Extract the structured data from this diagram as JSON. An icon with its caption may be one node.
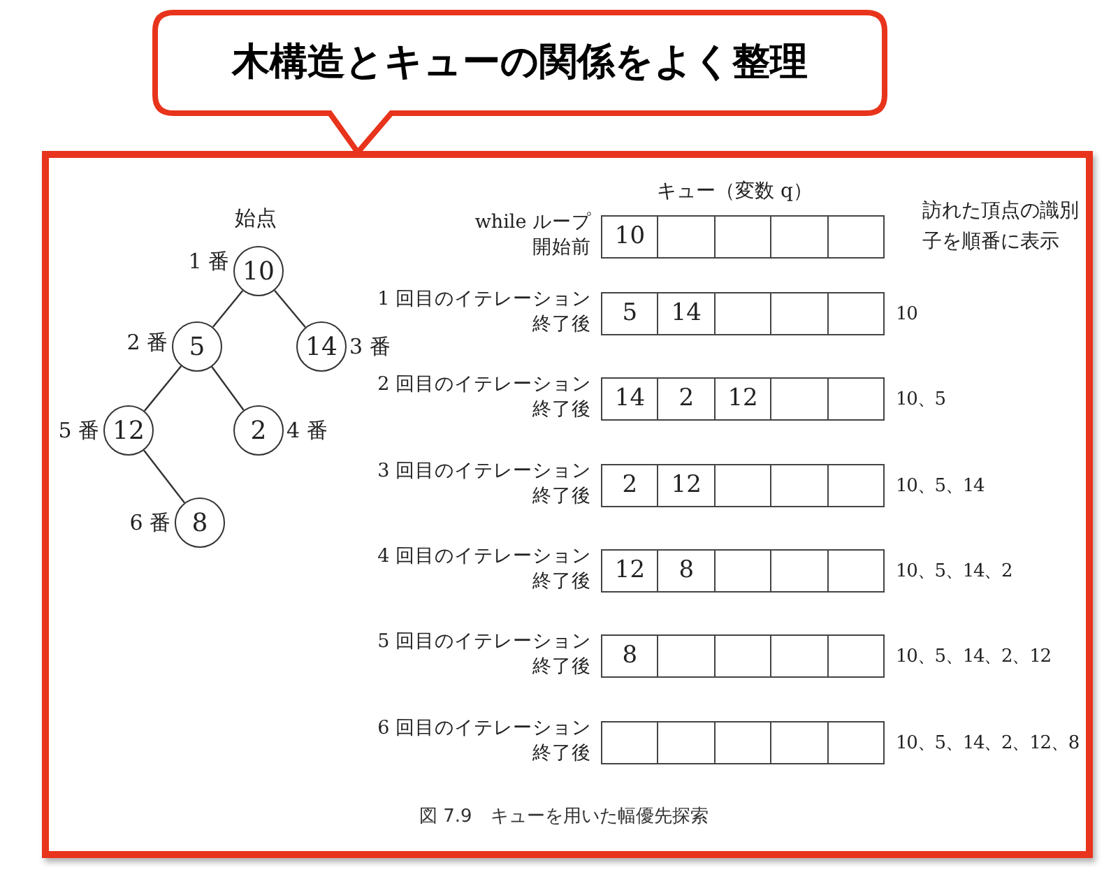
{
  "diagram": {
    "caption": "図 7.9　キューを用いた幅優先探索",
    "nodes": [
      {
        "text": [
          "木構造とキューの関係をよく整理"
        ]
      },
      {
        "text": [
          "10"
        ],
        "beside": [
          "始点",
          "1 番"
        ]
      },
      {
        "text": [
          "5"
        ],
        "beside": [
          "2 番"
        ]
      },
      {
        "text": [
          "14"
        ],
        "beside": [
          "3 番"
        ]
      },
      {
        "text": [
          "12"
        ],
        "beside": [
          "5 番"
        ]
      },
      {
        "text": [
          "2"
        ],
        "beside": [
          "4 番"
        ]
      },
      {
        "text": [
          "8"
        ],
        "beside": [
          "6 番"
        ]
      },
      {
        "text": [
          "while ループ開始前"
        ]
      },
      {
        "text": [
          "10"
        ],
        "in": 7
      },
      {
        "text": [],
        "shape": "box",
        "in": 7
      },
      {
        "text": [],
        "shape": "box",
        "in": 7
      },
      {
        "text": [],
        "shape": "box",
        "in": 7
      },
      {
        "text": [],
        "shape": "box",
        "in": 7
      },
      {
        "text": [
          "1 回目のイテレーション終了後"
        ],
        "beside": [
          "10"
        ]
      },
      {
        "text": [
          "5"
        ],
        "in": 13
      },
      {
        "text": [
          "14"
        ],
        "in": 13
      },
      {
        "text": [],
        "shape": "box",
        "in": 13
      },
      {
        "text": [],
        "shape": "box",
        "in": 13
      },
      {
        "text": [],
        "shape": "box",
        "in": 13
      },
      {
        "text": [
          "2 回目のイテレーション終了後"
        ],
        "beside": [
          "10、5"
        ]
      },
      {
        "text": [
          "14"
        ],
        "in": 19
      },
      {
        "text": [
          "2"
        ],
        "in": 19
      },
      {
        "text": [
          "12"
        ],
        "in": 19
      },
      {
        "text": [],
        "shape": "box",
        "in": 19
      },
      {
        "text": [],
        "shape": "box",
        "in": 19
      },
      {
        "text": [
          "3 回目のイテレーション終了後"
        ],
        "beside": [
          "10、5、14"
        ]
      },
      {
        "text": [
          "2"
        ],
        "in": 25
      },
      {
        "text": [
          "12"
        ],
        "in": 25
      },
      {
        "text": [],
        "shape": "box",
        "in": 25
      },
      {
        "text": [],
        "shape": "box",
        "in": 25
      },
      {
        "text": [],
        "shape": "box",
        "in": 25
      },
      {
        "text": [
          "4 回目のイテレーション終了後"
        ],
        "beside": [
          "10、5、14、2"
        ]
      },
      {
        "text": [
          "12"
        ],
        "in": 31
      },
      {
        "text": [
          "8"
        ],
        "in": 31
      },
      {
        "text": [],
        "shape": "box",
        "in": 31
      },
      {
        "text": [],
        "shape": "box",
        "in": 31
      },
      {
        "text": [],
        "shape": "box",
        "in": 31
      },
      {
        "text": [
          "5 回目のイテレーション終了後"
        ],
        "beside": [
          "10、5、14、2、12"
        ]
      },
      {
        "text": [
          "8"
        ],
        "in": 37
      },
      {
        "text": [],
        "shape": "box",
        "in": 37
      },
      {
        "text": [],
        "shape": "box",
        "in": 37
      },
      {
        "text": [],
        "shape": "box",
        "in": 37
      },
      {
        "text": [],
        "shape": "box",
        "in": 37
      },
      {
        "text": [
          "6 回目のイテレーション終了後"
        ],
        "beside": [
          "10、5、14、2、12、8"
        ]
      },
      {
        "text": [],
        "shape": "box",
        "in": 43
      },
      {
        "text": [],
        "shape": "box",
        "in": 43
      },
      {
        "text": [],
        "shape": "box",
        "in": 43
      },
      {
        "text": [],
        "shape": "box",
        "in": 43
      },
      {
        "text": [],
        "shape": "box",
        "in": 43
      }
    ],
    "edges": [
      {
        "from": 1,
        "to": 2,
        "arrow": "none"
      },
      {
        "from": 1,
        "to": 3,
        "arrow": "none"
      },
      {
        "from": 2,
        "to": 4,
        "arrow": "none"
      },
      {
        "from": 2,
        "to": 5,
        "arrow": "none"
      },
      {
        "from": 4,
        "to": 6,
        "arrow": "none"
      }
    ],
    "labels": [
      "キュー（変数 q）",
      "訪れた頂点の識別子を順番に表示"
    ]
  }
}
